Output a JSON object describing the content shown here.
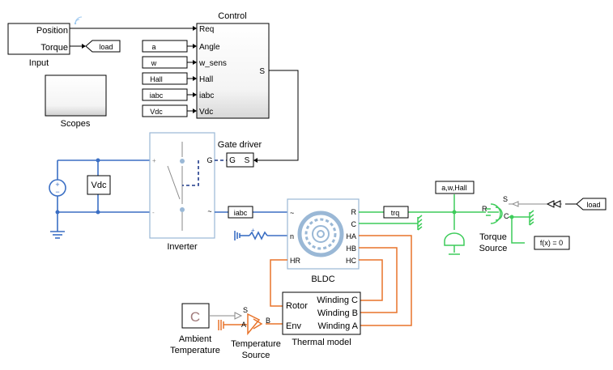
{
  "colors": {
    "electrical": "#3b6fc4",
    "mechanical": "#3dcc5a",
    "thermal": "#e8732a",
    "signal": "#000000",
    "dashed_gate": "#1f3a8a",
    "neutral_gray": "#8a8a8a"
  },
  "input": {
    "block_label": "Input",
    "ports": [
      "Position",
      "Torque"
    ]
  },
  "tags": {
    "load_out": "load",
    "load_in": "load",
    "a": "a",
    "w": "w",
    "hall": "Hall",
    "iabc_in": "iabc",
    "vdc_in": "Vdc",
    "iabc_out": "iabc",
    "trq": "trq",
    "awhall": "a,w,Hall",
    "fx": "f(x) = 0"
  },
  "control": {
    "title": "Control",
    "in_ports": [
      "Req",
      "Angle",
      "w_sens",
      "Hall",
      "iabc",
      "Vdc"
    ],
    "out_port": "S"
  },
  "scopes": {
    "label": "Scopes"
  },
  "vdc_sensor": {
    "label": "Vdc"
  },
  "inverter": {
    "label": "Inverter",
    "port_g": "G",
    "port_tilde": "~"
  },
  "gate_driver": {
    "title": "Gate driver",
    "port_g": "G",
    "port_s": "S"
  },
  "bldc": {
    "label": "BLDC",
    "left_ports": [
      "~",
      "n",
      "HR"
    ],
    "right_ports": [
      "R",
      "C",
      "HA",
      "HB",
      "HC"
    ]
  },
  "torque_source": {
    "label_line1": "Torque",
    "label_line2": "Source",
    "port_r": "R",
    "port_c": "C",
    "port_s": "S"
  },
  "thermal_model": {
    "label": "Thermal model",
    "left_ports": [
      "Rotor",
      "Env"
    ],
    "right_ports": [
      "Winding C",
      "Winding B",
      "Winding A"
    ]
  },
  "ambient": {
    "label_line1": "Ambient",
    "label_line2": "Temperature",
    "glyph": "C"
  },
  "temp_source": {
    "label_line1": "Temperature",
    "label_line2": "Source",
    "port_s": "S",
    "port_a": "A",
    "port_b": "B"
  }
}
